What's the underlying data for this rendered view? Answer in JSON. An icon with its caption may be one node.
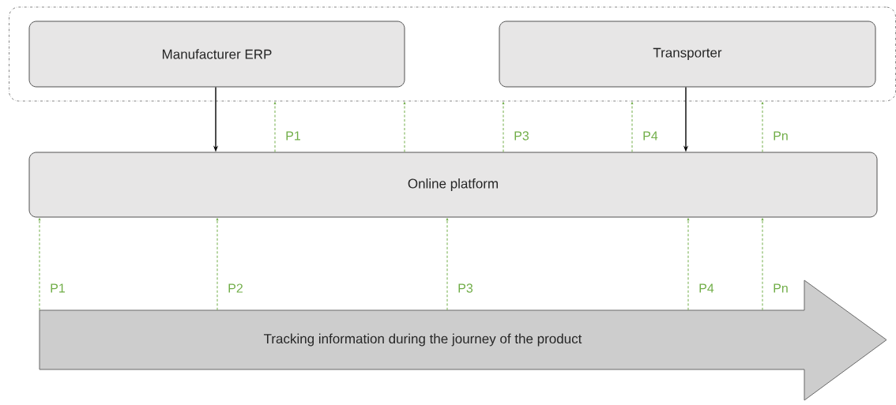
{
  "diagram": {
    "nodes": [
      {
        "text": [],
        "shape": "box"
      },
      {
        "text": [
          "Manufacturer ERP"
        ],
        "in": 0
      },
      {
        "text": [
          "Transporter"
        ],
        "in": 0
      },
      {
        "text": [
          "Online platform"
        ]
      },
      {
        "text": [
          "Tracking information during the journey of the product"
        ]
      }
    ],
    "edges": [
      {
        "from": 1,
        "to": 3,
        "arrow": "to",
        "color": "#000000"
      },
      {
        "from": 2,
        "to": 3,
        "arrow": "to",
        "color": "#000000"
      },
      {
        "from": 3,
        "to": 0,
        "arrow": "to",
        "label": "P1",
        "style": "dashed",
        "color": "#70ad47"
      },
      {
        "from": 3,
        "to": 0,
        "arrow": "to",
        "style": "dashed",
        "color": "#70ad47"
      },
      {
        "from": 3,
        "to": 0,
        "arrow": "to",
        "label": "P3",
        "style": "dashed",
        "color": "#70ad47"
      },
      {
        "from": 3,
        "to": 0,
        "arrow": "to",
        "label": "P4",
        "style": "dashed",
        "color": "#70ad47"
      },
      {
        "from": 3,
        "to": 0,
        "arrow": "to",
        "label": "Pn",
        "style": "dashed",
        "color": "#70ad47"
      },
      {
        "from": 4,
        "to": 3,
        "arrow": "to",
        "label": "P1",
        "style": "dashed",
        "color": "#70ad47"
      },
      {
        "from": 4,
        "to": 3,
        "arrow": "to",
        "label": "P2",
        "style": "dashed",
        "color": "#70ad47"
      },
      {
        "from": 4,
        "to": 3,
        "arrow": "to",
        "label": "P3",
        "style": "dashed",
        "color": "#70ad47"
      },
      {
        "from": 4,
        "to": 3,
        "arrow": "to",
        "label": "P4",
        "style": "dashed",
        "color": "#70ad47"
      },
      {
        "from": 4,
        "to": 3,
        "arrow": "to",
        "label": "Pn",
        "style": "dashed",
        "color": "#70ad47"
      }
    ]
  }
}
